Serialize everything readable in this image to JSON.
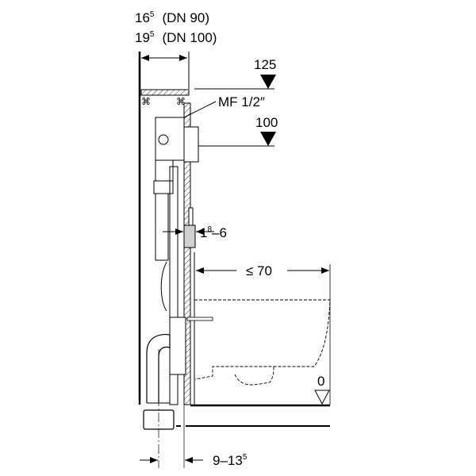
{
  "dimensions": {
    "depth_dn90": {
      "value": "16",
      "sup": "5",
      "label": "(DN 90)"
    },
    "depth_dn100": {
      "value": "19",
      "sup": "5",
      "label": "(DN 100)"
    },
    "height_125": "125",
    "height_100": "100",
    "water_connection": "MF 1/2″",
    "wall_thickness": {
      "value": "1",
      "sup": "8",
      "rest": "–6"
    },
    "max_projection": "≤ 70",
    "floor_level": "0",
    "pipe_offset": {
      "value": "9–13",
      "sup": "5"
    }
  },
  "colors": {
    "line": "#000000",
    "panel": "#d0d0d0"
  }
}
